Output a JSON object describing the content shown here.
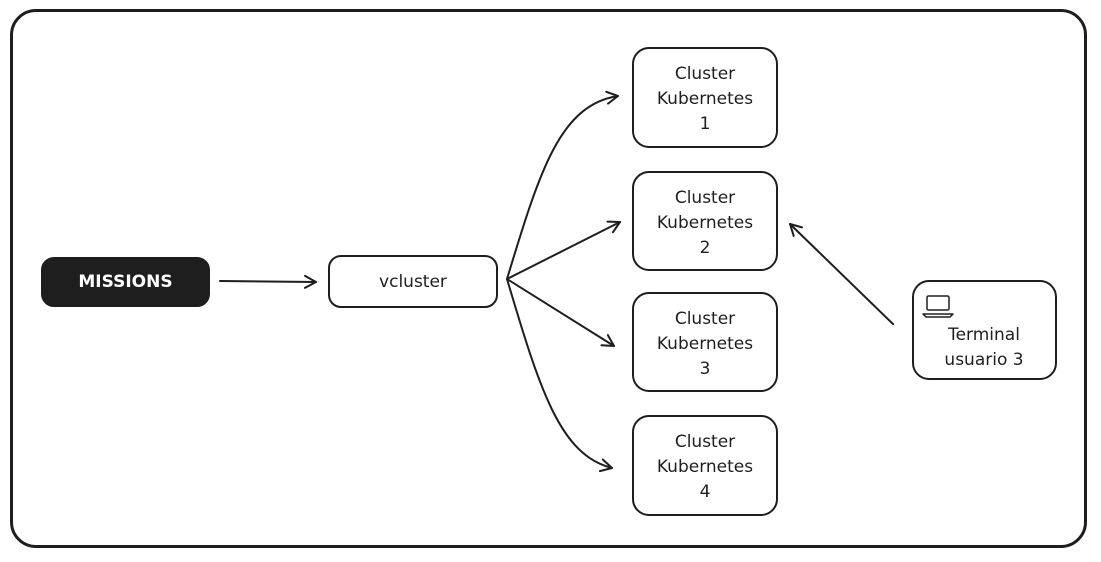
{
  "nodes": {
    "missions": {
      "label": "MISSIONS"
    },
    "vcluster": {
      "label": "vcluster"
    },
    "clusters": [
      {
        "line1": "Cluster",
        "line2": "Kubernetes",
        "line3": "1"
      },
      {
        "line1": "Cluster",
        "line2": "Kubernetes",
        "line3": "2"
      },
      {
        "line1": "Cluster",
        "line2": "Kubernetes",
        "line3": "3"
      },
      {
        "line1": "Cluster",
        "line2": "Kubernetes",
        "line3": "4"
      }
    ],
    "terminal": {
      "line1": "Terminal",
      "line2": "usuario 3",
      "icon": "laptop-icon"
    }
  },
  "edges": [
    {
      "from": "MISSIONS",
      "to": "vcluster"
    },
    {
      "from": "vcluster",
      "to": "Cluster Kubernetes 1"
    },
    {
      "from": "vcluster",
      "to": "Cluster Kubernetes 2"
    },
    {
      "from": "vcluster",
      "to": "Cluster Kubernetes 3"
    },
    {
      "from": "vcluster",
      "to": "Cluster Kubernetes 4"
    },
    {
      "from": "Terminal usuario 3",
      "to": "Cluster Kubernetes 2"
    }
  ],
  "colors": {
    "stroke": "#1e1e1e",
    "missions_fill": "#1e1e1e",
    "missions_text": "#ffffff",
    "node_fill": "#ffffff"
  }
}
